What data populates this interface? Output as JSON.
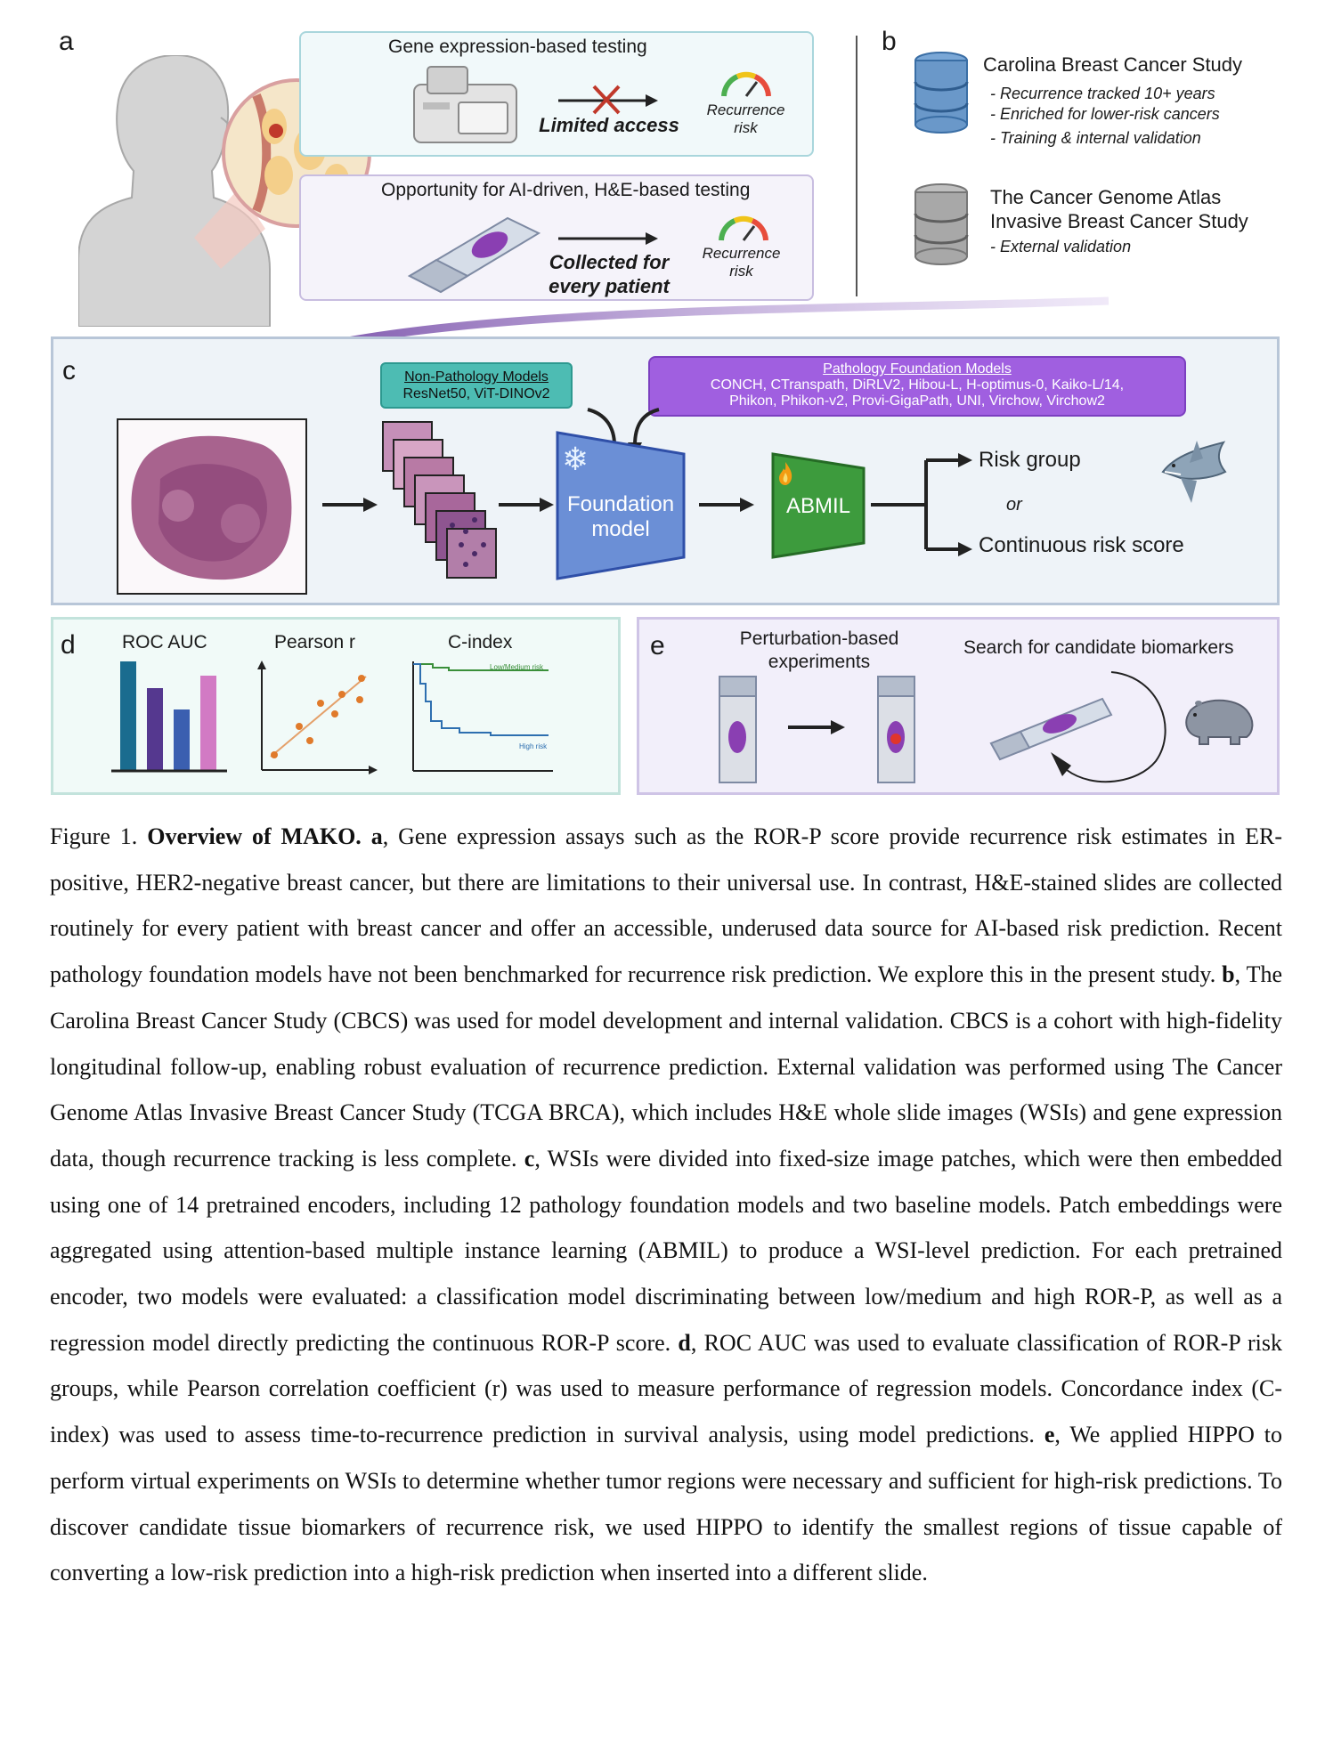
{
  "panel_a": {
    "letter": "a",
    "gene_box_title": "Gene expression-based testing",
    "limited_access": "Limited access",
    "recurrence_risk_1": "Recurrence risk",
    "opportunity_title": "Opportunity for AI-driven, H&E-based testing",
    "collected": "Collected for every patient",
    "recurrence_risk_2": "Recurrence risk"
  },
  "panel_b": {
    "letter": "b",
    "cbcs_title": "Carolina Breast Cancer Study",
    "cbcs_items": [
      "- Recurrence tracked 10+ years",
      "- Enriched for lower-risk cancers",
      "- Training & internal validation"
    ],
    "tcga_title_1": "The Cancer Genome Atlas",
    "tcga_title_2": "Invasive Breast Cancer Study",
    "tcga_item": "- External validation"
  },
  "panel_c": {
    "letter": "c",
    "non_path_title": "Non-Pathology Models",
    "non_path_models": "ResNet50, ViT-DINOv2",
    "path_title": "Pathology Foundation Models",
    "path_models_1": "CONCH, CTranspath, DiRLV2, Hibou-L, H-optimus-0, Kaiko-L/14,",
    "path_models_2": "Phikon, Phikon-v2, Provi-GigaPath, UNI, Virchow, Virchow2",
    "foundation_1": "Foundation",
    "foundation_2": "model",
    "abmil": "ABMIL",
    "risk_group": "Risk group",
    "or": "or",
    "continuous": "Continuous risk score"
  },
  "panel_d": {
    "letter": "d",
    "roc_title": "ROC AUC",
    "pearson_title": "Pearson r",
    "cindex_title": "C-index",
    "low_label": "Low/Medium risk",
    "high_label": "High risk"
  },
  "panel_e": {
    "letter": "e",
    "perturb_1": "Perturbation-based",
    "perturb_2": "experiments",
    "search": "Search for candidate biomarkers"
  },
  "caption": {
    "fig": "Figure 1.",
    "title": "Overview of MAKO.",
    "a": "a",
    "text_a": ", Gene expression assays such as the ROR-P score provide recurrence risk estimates in ER-positive, HER2-negative breast cancer, but there are limitations to their universal use. In contrast, H&E-stained slides are collected routinely for every patient with breast cancer and offer an accessible, underused data source for AI-based risk prediction. Recent pathology foundation models have not been benchmarked for recurrence risk prediction. We explore this in the present study.",
    "b": "b",
    "text_b": ", The Carolina Breast Cancer Study (CBCS) was used for model development and internal validation. CBCS is a cohort with high-fidelity longitudinal follow-up, enabling robust evaluation of recurrence prediction. External validation was performed using The Cancer Genome Atlas Invasive Breast Cancer Study (TCGA BRCA), which includes H&E whole slide images (WSIs) and gene expression data, though recurrence tracking is less complete.",
    "c": "c",
    "text_c": ", WSIs were divided into fixed-size image patches, which were then embedded using one of 14 pretrained encoders, including 12 pathology foundation models and two baseline models. Patch embeddings were aggregated using attention-based multiple instance learning (ABMIL) to produce a WSI-level prediction. For each pretrained encoder, two models were evaluated: a classification model discriminating between low/medium and high ROR-P, as well as a regression model directly predicting the continuous ROR-P score.",
    "d": "d",
    "text_d": ", ROC AUC was used to evaluate classification of ROR-P risk groups, while Pearson correlation coefficient (r) was used to measure performance of regression models. Concordance index (C-index) was used to assess time-to-recurrence prediction in survival analysis, using model predictions.",
    "e": "e",
    "text_e": ", We applied HIPPO to perform virtual experiments on WSIs to determine whether tumor regions were necessary and sufficient for high-risk predictions. To discover candidate tissue biomarkers of recurrence risk, we used HIPPO to identify the smallest regions of tissue capable of converting a low-risk prediction into a high-risk prediction when inserted into a different slide."
  }
}
